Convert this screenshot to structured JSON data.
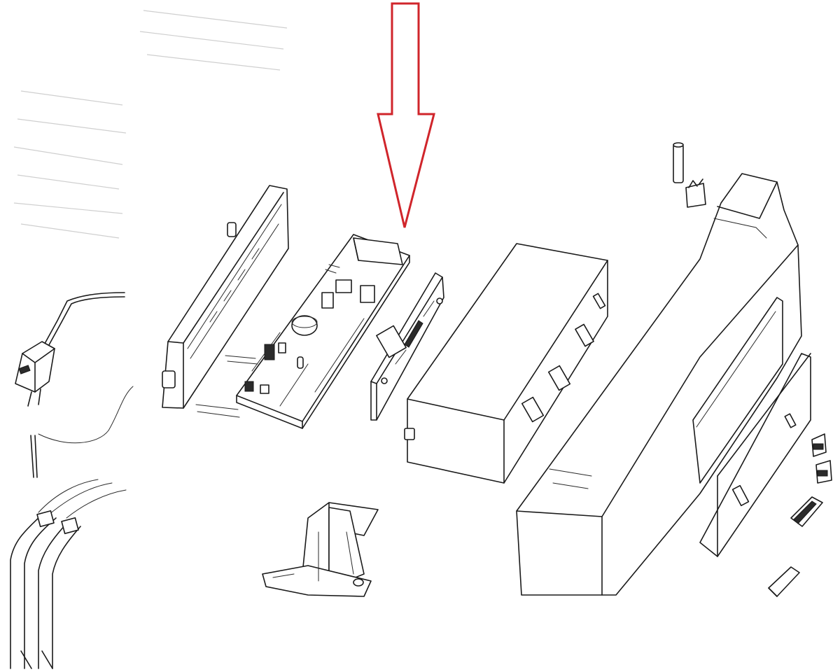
{
  "diagram": {
    "type": "exploded-parts-view",
    "highlight_color": "#d0252b",
    "line_color": "#1a1a1a",
    "background": "#ffffff",
    "highlighted_part": "pcb-control-board",
    "parts": [
      "mains-power-cable",
      "temperature-sensor-probe",
      "water-hoses",
      "front-mounting-rail",
      "pcb-control-board",
      "display-board",
      "control-box-cover",
      "support-bracket",
      "control-panel-housing",
      "front-panel-fascia",
      "spacer-post",
      "clip",
      "push-buttons",
      "button-caps"
    ]
  }
}
